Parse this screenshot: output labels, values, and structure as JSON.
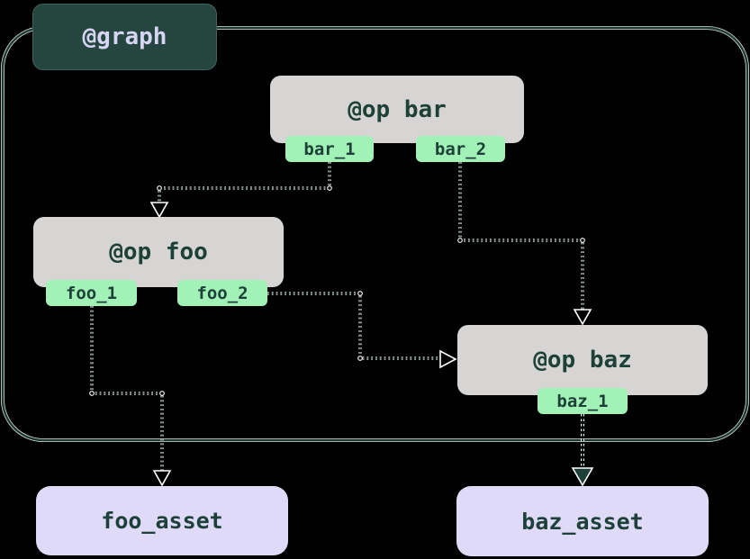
{
  "diagram": {
    "kind": "dagster-graph-lineage",
    "background": "#000000"
  },
  "colors": {
    "graph_box": "#24463f",
    "graph_text": "#d8d4f4",
    "container_border": "#1b3a33",
    "op_box": "#d7d5d3",
    "dark_teal_text": "#1d4138",
    "output_tag_green": "#a2f1b7",
    "asset_box_lavender": "#dedaf8",
    "edge_casing_white": "#ffffff"
  },
  "graph": {
    "label": "@graph"
  },
  "ops": {
    "bar": {
      "label": "@op bar",
      "outputs": {
        "o1": {
          "label": "bar_1"
        },
        "o2": {
          "label": "bar_2"
        }
      }
    },
    "foo": {
      "label": "@op foo",
      "outputs": {
        "o1": {
          "label": "foo_1"
        },
        "o2": {
          "label": "foo_2"
        }
      }
    },
    "baz": {
      "label": "@op baz",
      "outputs": {
        "o1": {
          "label": "baz_1"
        }
      }
    }
  },
  "assets": {
    "foo_asset": {
      "label": "foo_asset"
    },
    "baz_asset": {
      "label": "baz_asset"
    }
  },
  "edges": [
    {
      "from": "bar_1",
      "to": "@op foo",
      "style": "dotted, open arrowhead"
    },
    {
      "from": "bar_2",
      "to": "@op baz",
      "style": "dotted, open arrowhead"
    },
    {
      "from": "foo_2",
      "to": "@op baz",
      "style": "dotted, open arrowhead"
    },
    {
      "from": "foo_1",
      "to": "foo_asset",
      "style": "dotted, open arrowhead"
    },
    {
      "from": "baz_1",
      "to": "baz_asset",
      "style": "dotted, filled arrowhead"
    }
  ]
}
